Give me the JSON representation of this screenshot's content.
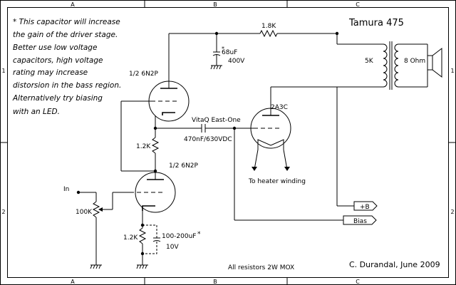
{
  "border": {
    "top_labels": [
      "A",
      "B",
      "C"
    ],
    "bottom_labels": [
      "A",
      "B",
      "C"
    ],
    "left_labels": [
      "1",
      "2"
    ],
    "right_labels": [
      "1",
      "2"
    ]
  },
  "note": {
    "lines": [
      "* This capacitor will increase",
      "the gain of the driver stage.",
      "Better use low voltage",
      "capacitors, high voltage",
      "rating may increase",
      "distorsion in the bass region.",
      "Alternatively try biasing",
      "with an LED."
    ]
  },
  "transformer": {
    "title": "Tamura 475",
    "primary": "5K",
    "secondary": "8 Ohm"
  },
  "resistor_top": {
    "value": "1.8K"
  },
  "cap_supply": {
    "value": "68uF",
    "voltage": "400V",
    "marker": "*"
  },
  "tube_upper": {
    "label": "1/2 6N2P"
  },
  "tube_lower": {
    "label": "1/2 6N2P"
  },
  "tube_power": {
    "label": "2A3C"
  },
  "coupling_cap": {
    "brand": "VitaQ East-One",
    "value": "470nF/630VDC"
  },
  "plate_resistor": {
    "value": "1.2K"
  },
  "cathode_resistor": {
    "value": "1.2K"
  },
  "cathode_cap": {
    "value": "100-200uF",
    "marker": "*",
    "voltage": "10V"
  },
  "input": {
    "label": "In",
    "pot": "100K"
  },
  "heater": {
    "label": "To heater winding"
  },
  "ports": {
    "plus_b": "+B",
    "bias": "Bias"
  },
  "footer": {
    "resistors": "All resistors 2W MOX",
    "credit": "C. Durandal, June 2009"
  }
}
